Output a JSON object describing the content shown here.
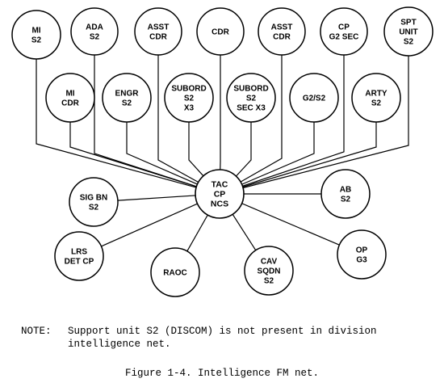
{
  "net": {
    "hub": [
      "TAC",
      "CP",
      "NCS"
    ],
    "stations": [
      {
        "id": "mi-s2",
        "lines": [
          "MI",
          "S2"
        ]
      },
      {
        "id": "ada-s2",
        "lines": [
          "ADA",
          "S2"
        ]
      },
      {
        "id": "asst-cdr-1",
        "lines": [
          "ASST",
          "CDR"
        ]
      },
      {
        "id": "cdr",
        "lines": [
          "CDR"
        ]
      },
      {
        "id": "asst-cdr-2",
        "lines": [
          "ASST",
          "CDR"
        ]
      },
      {
        "id": "cp-g2-sec",
        "lines": [
          "CP",
          "G2 SEC"
        ]
      },
      {
        "id": "spt-unit-s2",
        "lines": [
          "SPT",
          "UNIT",
          "S2"
        ]
      },
      {
        "id": "mi-cdr",
        "lines": [
          "MI",
          "CDR"
        ]
      },
      {
        "id": "engr-s2",
        "lines": [
          "ENGR",
          "S2"
        ]
      },
      {
        "id": "subord-s2-x3",
        "lines": [
          "SUBORD",
          "S2",
          "X3"
        ]
      },
      {
        "id": "subord-s2-sec-x3",
        "lines": [
          "SUBORD",
          "S2",
          "SEC X3"
        ]
      },
      {
        "id": "g2-s2",
        "lines": [
          "G2/S2"
        ]
      },
      {
        "id": "arty-s2",
        "lines": [
          "ARTY",
          "S2"
        ]
      },
      {
        "id": "sig-bn-s2",
        "lines": [
          "SIG BN",
          "S2"
        ]
      },
      {
        "id": "ab-s2",
        "lines": [
          "AB",
          "S2"
        ]
      },
      {
        "id": "lrs-det-cp",
        "lines": [
          "LRS",
          "DET CP"
        ]
      },
      {
        "id": "raoc",
        "lines": [
          "RAOC"
        ]
      },
      {
        "id": "cav-sqdn-s2",
        "lines": [
          "CAV",
          "SQDN",
          "S2"
        ]
      },
      {
        "id": "op-g3",
        "lines": [
          "OP",
          "G3"
        ]
      }
    ]
  },
  "note": {
    "label": "NOTE:",
    "line1": "Support unit S2 (DISCOM) is not present in division",
    "line2": "intelligence net."
  },
  "caption": "Figure 1-4. Intelligence FM net."
}
